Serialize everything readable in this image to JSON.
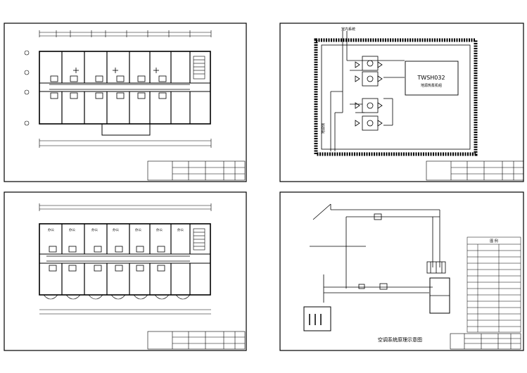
{
  "panels": {
    "bottom_left": {
      "room_labels_top": [
        "办公",
        "办公",
        "办公",
        "办公",
        "办公",
        "办公",
        "办公"
      ]
    },
    "top_right": {
      "unit_model": "TWSH032",
      "unit_caption": "地源热泵机组",
      "top_label": "室内系统",
      "side_label": "地源侧"
    },
    "bottom_right": {
      "caption": "空调系统原理示意图",
      "legend_title": "图 例"
    }
  }
}
